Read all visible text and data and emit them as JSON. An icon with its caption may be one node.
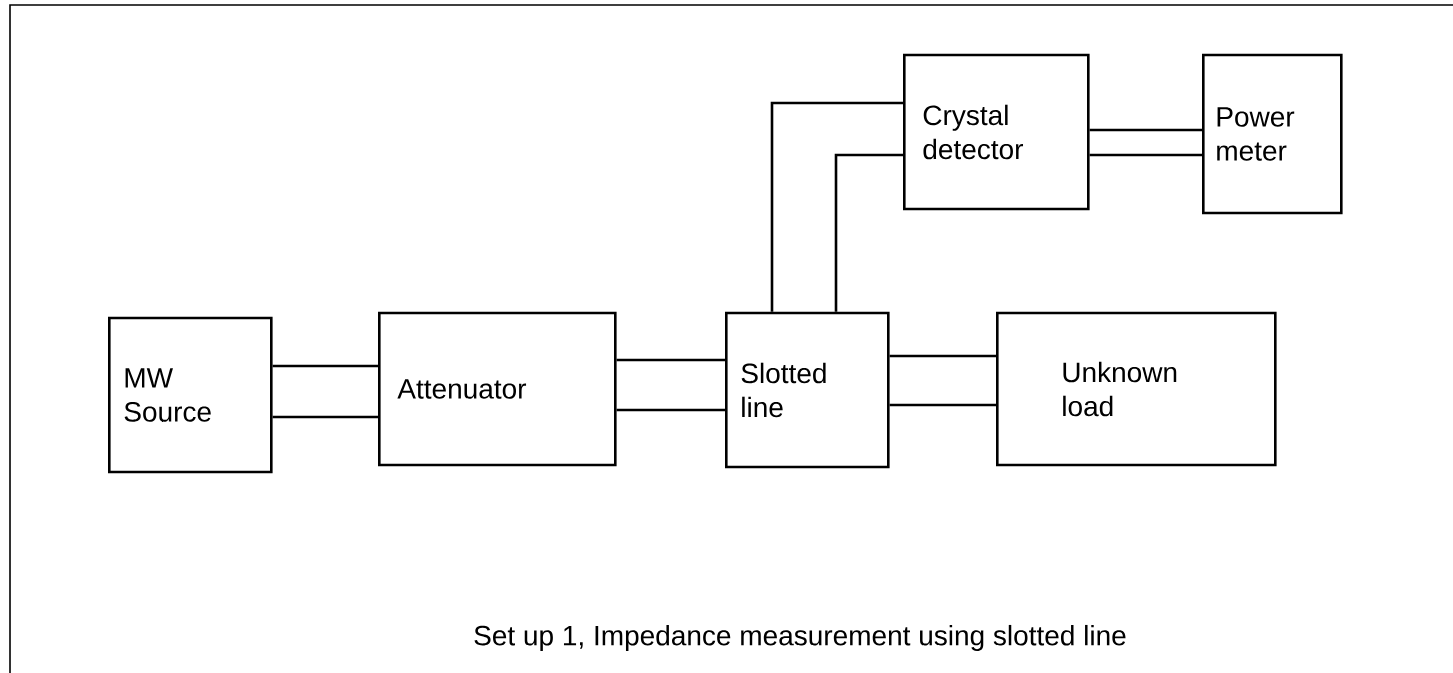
{
  "diagram": {
    "caption": "Set up 1, Impedance measurement using slotted line",
    "nodes": [
      {
        "text": [
          "MW Source"
        ]
      },
      {
        "text": [
          "Attenuator"
        ]
      },
      {
        "text": [
          "Slotted line"
        ]
      },
      {
        "text": [
          "Unknown load"
        ]
      },
      {
        "text": [
          "Crystal detector"
        ]
      },
      {
        "text": [
          "Power meter"
        ]
      }
    ],
    "edges": [
      {
        "from": 0,
        "to": 1,
        "arrow": "none"
      },
      {
        "from": 0,
        "to": 1,
        "arrow": "none"
      },
      {
        "from": 1,
        "to": 2,
        "arrow": "none"
      },
      {
        "from": 1,
        "to": 2,
        "arrow": "none"
      },
      {
        "from": 2,
        "to": 3,
        "arrow": "none"
      },
      {
        "from": 2,
        "to": 3,
        "arrow": "none"
      },
      {
        "from": 2,
        "to": 4,
        "arrow": "none"
      },
      {
        "from": 2,
        "to": 4,
        "arrow": "none"
      },
      {
        "from": 4,
        "to": 5,
        "arrow": "none"
      },
      {
        "from": 4,
        "to": 5,
        "arrow": "none"
      }
    ]
  }
}
